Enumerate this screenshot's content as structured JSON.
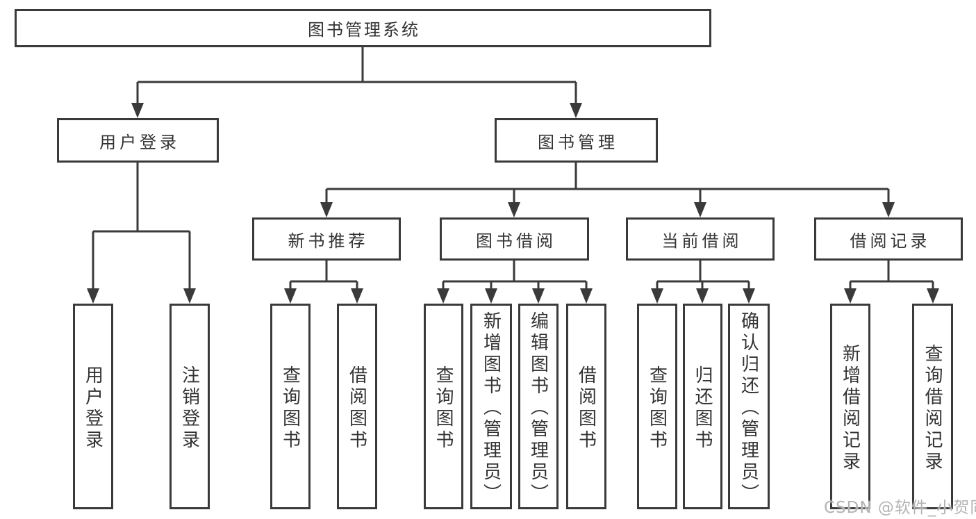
{
  "diagram": {
    "root": {
      "label": "图书管理系统",
      "children": [
        {
          "label": "用户登录",
          "children": [
            {
              "label": "用户登录"
            },
            {
              "label": "注销登录"
            }
          ]
        },
        {
          "label": "图书管理",
          "children": [
            {
              "label": "新书推荐",
              "children": [
                {
                  "label": "查询图书"
                },
                {
                  "label": "借阅图书"
                }
              ]
            },
            {
              "label": "图书借阅",
              "children": [
                {
                  "label": "查询图书"
                },
                {
                  "label": "新增图书（管理员）"
                },
                {
                  "label": "编辑图书（管理员）"
                },
                {
                  "label": "借阅图书"
                }
              ]
            },
            {
              "label": "当前借阅",
              "children": [
                {
                  "label": "查询图书"
                },
                {
                  "label": "归还图书"
                },
                {
                  "label": "确认归还（管理员）"
                }
              ]
            },
            {
              "label": "借阅记录",
              "children": [
                {
                  "label": "新增借阅记录"
                },
                {
                  "label": "查询借阅记录"
                }
              ]
            }
          ]
        }
      ]
    }
  },
  "watermark": {
    "text": "CSDN @软件_小贺同学"
  },
  "colors": {
    "line": "#3a3a3a",
    "text": "#333333",
    "background": "#ffffff",
    "watermark": "#b3b3b3"
  }
}
